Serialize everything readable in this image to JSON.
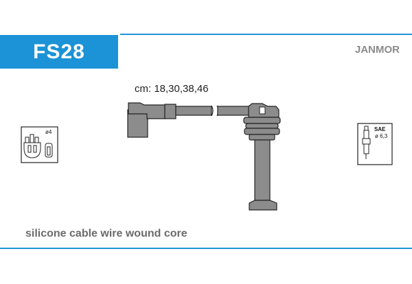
{
  "product_code": "FS28",
  "brand": "JANMOR",
  "lengths": "cm: 18,30,38,46",
  "caption": "silicone cable wire wound core",
  "distributor_diameter": "ø4",
  "plug_standard": "SAE",
  "plug_diameter": "ø 6,3",
  "colors": {
    "accent": "#1b93d6",
    "part_gray": "#8c8c8c"
  }
}
